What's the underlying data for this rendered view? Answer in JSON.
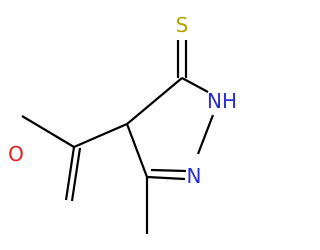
{
  "molecule": {
    "atoms": {
      "thione_s": {
        "label": "S",
        "color": "#b3a400"
      },
      "ring_nh": {
        "label": "NH",
        "color": "#2b2bd6"
      },
      "ring_n": {
        "label": "N",
        "color": "#2b2bd6"
      },
      "carbonyl_o": {
        "label": "O",
        "color": "#e0201b"
      }
    },
    "bond_color": "#000000"
  }
}
